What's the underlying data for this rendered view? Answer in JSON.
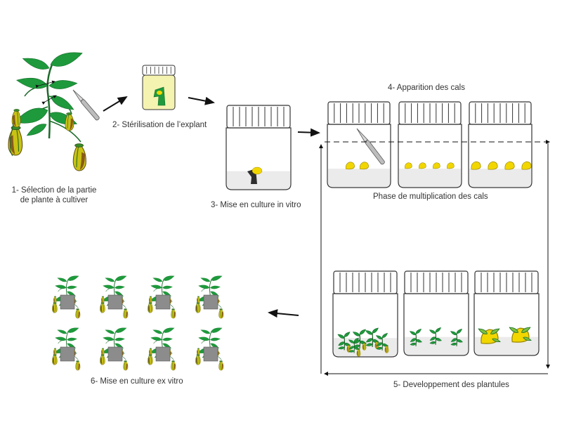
{
  "steps": {
    "s1": {
      "line1": "1- Sélection de la partie",
      "line2": "de plante à cultiver"
    },
    "s2": "2- Stérilisation de l’explant",
    "s3": "3- Mise en culture in vitro",
    "s4": "4- Apparition des cals",
    "s4_phase": "Phase de multiplication des cals",
    "s5": "5- Developpement des plantules",
    "s6": "6- Mise en culture ex vitro"
  },
  "colors": {
    "leaf": "#1e9a3c",
    "leaf_dark": "#136b28",
    "callus": "#f2d600",
    "pitcher_yellow": "#c9c214",
    "pitcher_brown": "#8a5a1a",
    "medium": "#ebebeb",
    "outline": "#333333",
    "pot": "#8c8c8c",
    "solution": "#f5f3b0"
  },
  "icons": [
    "nepenthes-plant",
    "scalpel",
    "jar",
    "callus",
    "plantlet",
    "pot"
  ]
}
